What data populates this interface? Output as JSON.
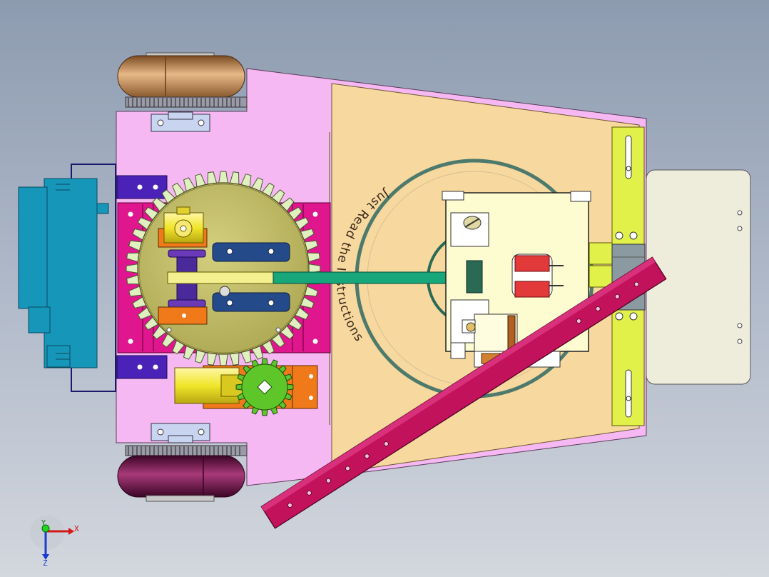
{
  "model": {
    "engraving_text": "Just Read the Instructions"
  },
  "axis_triad": {
    "x_label": "X",
    "y_label": "Y",
    "z_label": "Z"
  },
  "colors": {
    "base_plate": "#f6b8f3",
    "top_plate": "#f7d89f",
    "arm": "#c2125c",
    "big_gear": "#c4bf6a",
    "small_gear": "#5fc62a",
    "motor": "#f0e62a",
    "blue_block": "#1696b8",
    "yellow_rail": "#e2f04a",
    "green_shaft": "#18a67b",
    "wheel_top": "#c79363",
    "wheel_bottom": "#6a1044"
  }
}
